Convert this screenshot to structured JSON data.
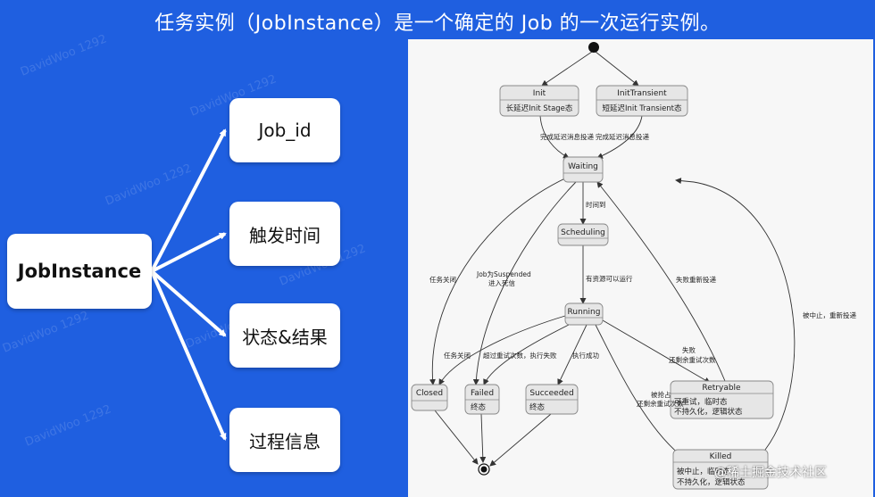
{
  "title": "任务实例（JobInstance）是一个确定的 Job 的一次运行实例。",
  "mindmap": {
    "root": "JobInstance",
    "leaves": [
      "Job_id",
      "触发时间",
      "状态&结果",
      "过程信息"
    ]
  },
  "state_diagram": {
    "states": {
      "init": {
        "name": "Init",
        "desc": "长延迟Init Stage态"
      },
      "init_transient": {
        "name": "InitTransient",
        "desc": "短延迟Init Transient态"
      },
      "waiting": {
        "name": "Waiting"
      },
      "scheduling": {
        "name": "Scheduling"
      },
      "running": {
        "name": "Running"
      },
      "closed": {
        "name": "Closed"
      },
      "failed": {
        "name": "Failed",
        "desc": "终态"
      },
      "succeeded": {
        "name": "Succeeded",
        "desc": "终态"
      },
      "retryable": {
        "name": "Retryable",
        "desc1": "可重试，临时态",
        "desc2": "不持久化，逻辑状态"
      },
      "killed": {
        "name": "Killed",
        "desc1": "被中止，临时态",
        "desc2": "不持久化，逻辑状态"
      }
    },
    "edges": {
      "init_to_waiting": "完成延迟消息投递",
      "transient_to_waiting": "完成延迟消息投递",
      "waiting_to_scheduling": "时间到",
      "waiting_to_closed": "任务关闭",
      "waiting_to_failed_1": "Job为Suspended",
      "waiting_to_failed_2": "进入死信",
      "scheduling_to_running": "有资源可以运行",
      "retryable_to_waiting": "失败重新投递",
      "killed_to_waiting": "被中止，重新投递",
      "running_to_closed": "任务关闭",
      "running_to_failed": "超过重试次数，执行失败",
      "running_to_succeeded": "执行成功",
      "running_to_retryable_1": "失败",
      "running_to_retryable_2": "还剩余重试次数",
      "running_to_killed_1": "被抢占",
      "running_to_killed_2": "还剩余重试次数"
    },
    "watermark": "DavidWoo 1292"
  },
  "footer_watermark": "@稀土掘金技术社区",
  "colors": {
    "background": "#1f5fe0",
    "node_fill": "#ffffff",
    "state_fill": "#e6e6e6"
  }
}
